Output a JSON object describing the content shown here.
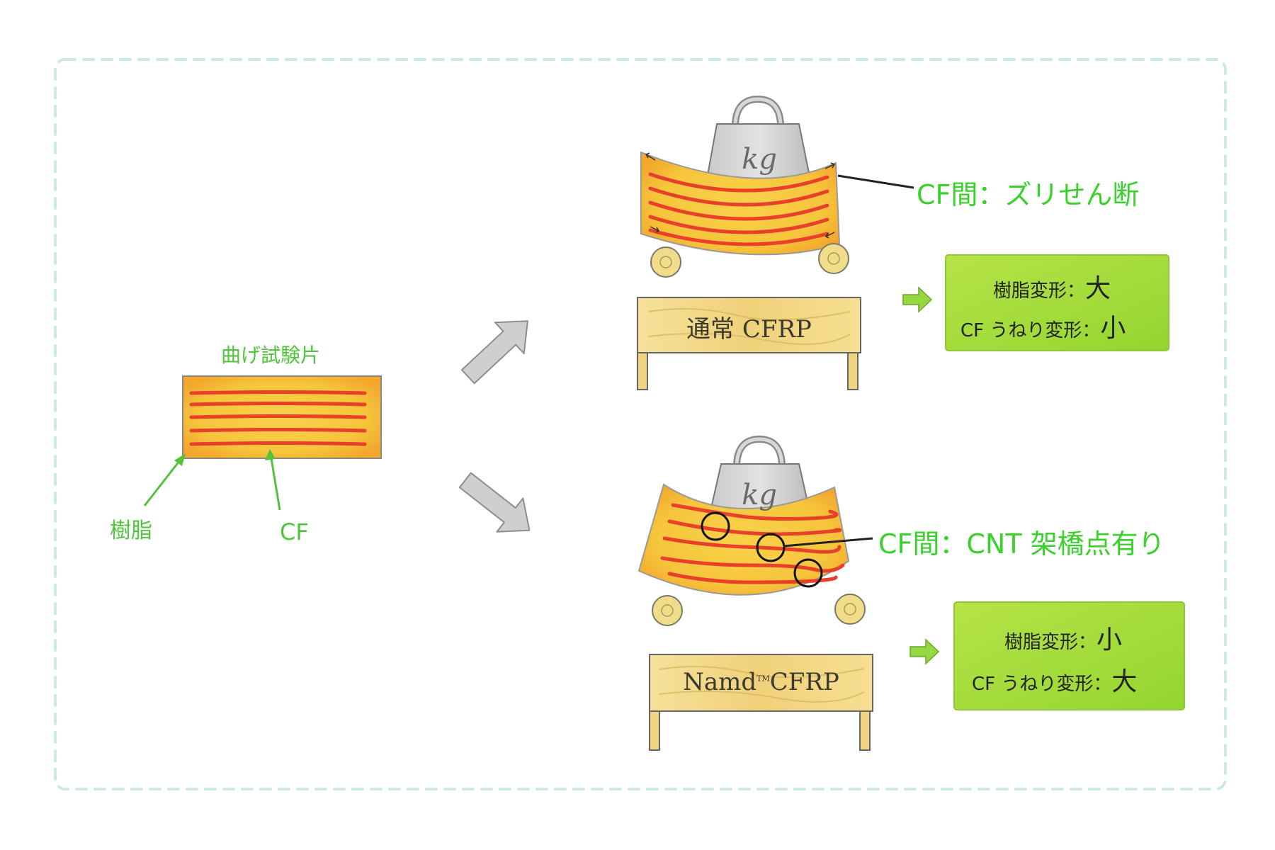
{
  "specimen": {
    "title": "曲げ試験片",
    "resin_label": "樹脂",
    "cf_label": "CF"
  },
  "top": {
    "sign": "通常 CFRP",
    "callout": "CF間：ズリせん断",
    "result_line1_prefix": "樹脂変形：",
    "result_line1_value": "大",
    "result_line2_prefix": "CF うねり変形：",
    "result_line2_value": "小"
  },
  "bottom": {
    "sign_main": "Namd",
    "sign_tm": "TM",
    "sign_suffix": "CFRP",
    "callout": "CF間：CNT 架橋点有り",
    "result_line1_prefix": "樹脂変形：",
    "result_line1_value": "小",
    "result_line2_prefix": "CF うねり変形：",
    "result_line2_value": "大"
  },
  "weight_label": "kg",
  "colors": {
    "resin": "#f7c840",
    "fiber": "#e8402a",
    "label_green": "#4ec63a",
    "callout_green": "#39d12b",
    "result_box": "#a6dc3c",
    "wood": "#f3d98a",
    "arrow_gray": "#cfcfcf"
  }
}
